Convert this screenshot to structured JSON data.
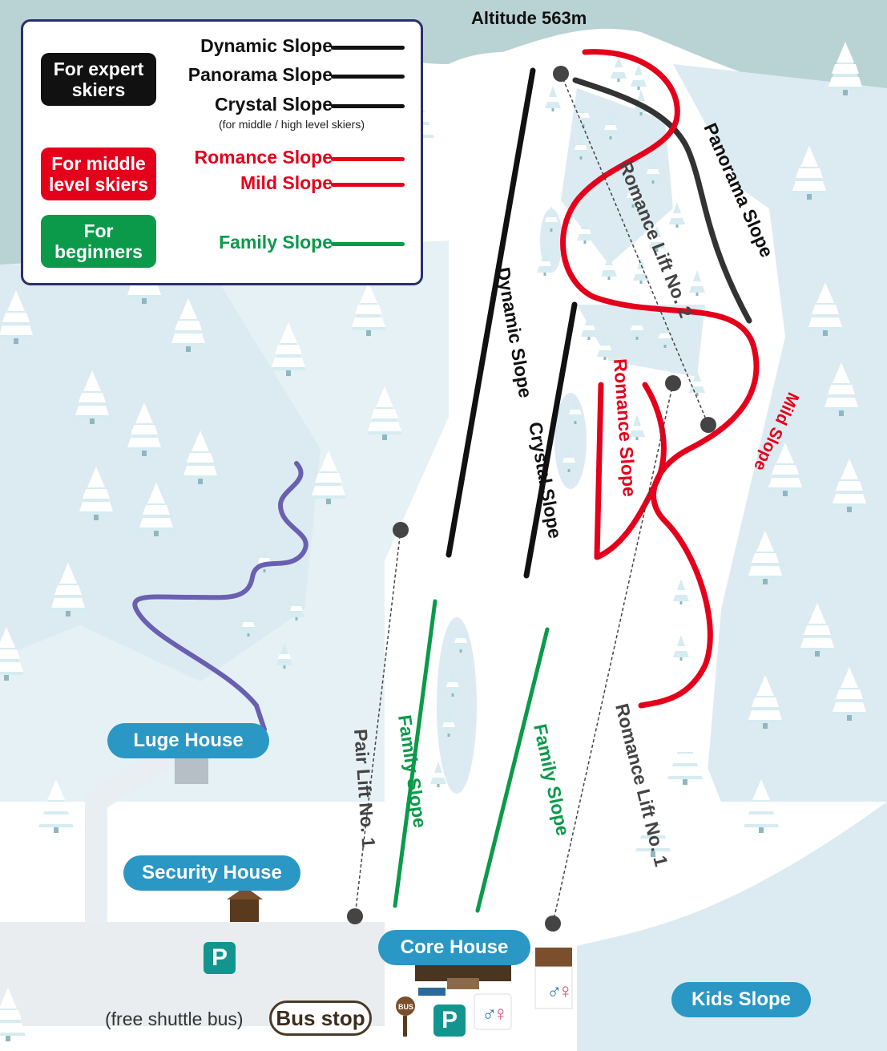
{
  "map": {
    "altitude": "Altitude 563m",
    "legend": {
      "categories": [
        {
          "id": "expert",
          "label": "For expert\nskiers",
          "color": "black"
        },
        {
          "id": "middle",
          "label": "For middle\nlevel skiers",
          "color": "red"
        },
        {
          "id": "beginner",
          "label": "For\nbeginners",
          "color": "green"
        }
      ],
      "items": [
        {
          "label": "Dynamic Slope",
          "color": "black"
        },
        {
          "label": "Panorama Slope",
          "color": "black"
        },
        {
          "label": "Crystal Slope",
          "color": "black"
        },
        {
          "label": "Romance Slope",
          "color": "red"
        },
        {
          "label": "Mild Slope",
          "color": "red"
        },
        {
          "label": "Family Slope",
          "color": "green"
        }
      ],
      "crystal_note": "(for middle / high level skiers)"
    },
    "slopes": {
      "dynamic": "Dynamic Slope",
      "panorama": "Panorama Slope",
      "crystal": "Crystal Slope",
      "romance_upper": "Romance Lift No. 2",
      "romance": "Romance Slope",
      "mild": "Mild Slope",
      "family_left": "Family Slope",
      "family_right": "Family Slope"
    },
    "lifts": {
      "pair1": "Pair Lift No. 1",
      "romance1": "Romance Lift No. 1",
      "romance2": "Romance Lift No. 2"
    },
    "buildings": {
      "luge_house": "Luge House",
      "security_house": "Security House",
      "core_house": "Core House",
      "kids_slope": "Kids Slope",
      "bus_stop": "Bus stop",
      "shuttle_note": "(free shuttle bus)",
      "parking": "P",
      "bus_sign": "BUS"
    },
    "colors": {
      "expert": "#111111",
      "middle": "#e4001b",
      "beginner": "#0a9a4a",
      "luge": "#6a5fb0",
      "label_pill": "#2a97c4",
      "parking": "#12958f",
      "snow_dark": "#dfeef5",
      "background_top": "#b9d3d4"
    }
  }
}
